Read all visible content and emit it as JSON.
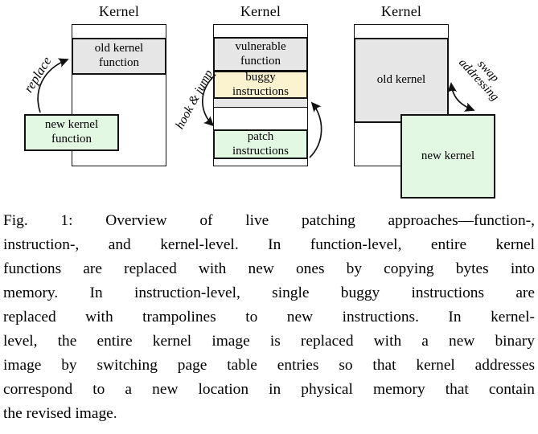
{
  "figure": {
    "panels": [
      {
        "title": "Kernel",
        "old_box": "old kernel function",
        "new_box": "new kernel function",
        "arrow_label": "replace"
      },
      {
        "title": "Kernel",
        "vulnerable_box": "vulnerable function",
        "buggy_box": "buggy instructions",
        "patch_box": "patch instructions",
        "arrow_label": "hook & jump"
      },
      {
        "title": "Kernel",
        "old_box": "old kernel",
        "new_box": "new kernel",
        "arrow_label_line1": "swap",
        "arrow_label_line2": "addressing"
      }
    ],
    "colors": {
      "box_gray": "#e6e6e6",
      "box_yellow": "#fbf3cf",
      "box_green": "#e2f8e2",
      "line_black": "#111111"
    }
  },
  "caption": {
    "lines": [
      "Fig. 1: Overview of live patching approaches—function-,",
      "instruction-, and kernel-level. In function-level, entire kernel",
      "functions are replaced with new ones by copying bytes into",
      "memory. In instruction-level, single buggy instructions are",
      "replaced with trampolines to new instructions. In kernel-",
      "level, the entire kernel image is replaced with a new binary",
      "image by switching page table entries so that kernel addresses",
      "correspond to a new location in physical memory that contain",
      "the revised image."
    ]
  }
}
